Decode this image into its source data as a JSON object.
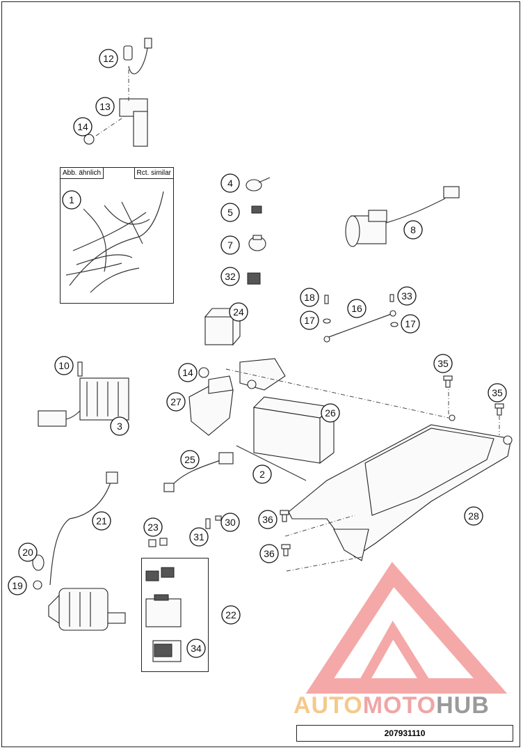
{
  "inset": {
    "label_de": "Abb. ähnlich",
    "label_en": "Rct. similar"
  },
  "callouts": [
    "1",
    "2",
    "3",
    "4",
    "5",
    "7",
    "8",
    "10",
    "12",
    "13",
    "14",
    "14",
    "16",
    "17",
    "17",
    "18",
    "19",
    "20",
    "21",
    "22",
    "23",
    "24",
    "25",
    "26",
    "27",
    "28",
    "30",
    "31",
    "32",
    "33",
    "34",
    "35",
    "35",
    "36",
    "36"
  ],
  "watermark": {
    "part1": "AUTO",
    "part2": "MOTO",
    "part3": "HUB",
    "colors": {
      "auto": "#f5c98a",
      "moto": "#f0a5a5",
      "hub": "#9a9a9a",
      "logo": "#f28c8c"
    }
  },
  "document_number": "207931110"
}
